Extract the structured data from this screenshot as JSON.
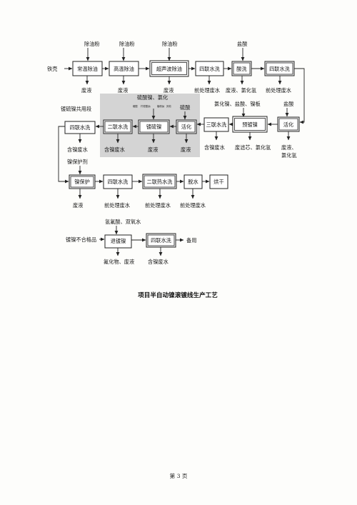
{
  "diagram": {
    "row1": {
      "start": "铁壳",
      "inputs": [
        "除油粉",
        "除油粉",
        "除油粉",
        "盐酸"
      ],
      "boxes": [
        "常温除油",
        "高温除油",
        "超声波除油",
        "四联水洗",
        "酸洗",
        "四联水洗"
      ],
      "outputs": [
        "废液",
        "废液",
        "废液",
        "前处理废水",
        "废液、氯化氢",
        "前处理废水"
      ]
    },
    "row2": {
      "section_label": "镀硫镍共用段",
      "inputs_top": [
        "硫酸镍、氯化",
        "硫酸"
      ],
      "inputs_tiny": [
        "硼",
        "酸",
        "柠",
        "檬",
        "酸",
        "钠",
        "糖",
        "精",
        "钠",
        "其",
        "他"
      ],
      "inputs_right": [
        "氯化镍、盐酸、镍板",
        "盐酸"
      ],
      "boxes": [
        "四联水洗",
        "二联水洗",
        "镀硫镍",
        "活化",
        "三联水洗",
        "预镀镍",
        "活化"
      ],
      "outputs": [
        "含镍废水",
        "含镍废水",
        "废液",
        "废液",
        "含镍废水",
        "废滤芯、氯化氢",
        "废液、",
        "氯化氢"
      ]
    },
    "row3": {
      "input": "镍保护剂",
      "boxes": [
        "镍保护",
        "四联水洗",
        "二联热水洗",
        "脱水",
        "烘干"
      ],
      "outputs": [
        "废液",
        "前处理废水",
        "前处理废水",
        "前处理废水"
      ]
    },
    "row4": {
      "start": "镀镍不合格品",
      "input": "氢氟酸、双氧水",
      "boxes": [
        "退镀镍",
        "四联水洗"
      ],
      "end": "备用",
      "outputs": [
        "氟化物、废液",
        "含镍废水"
      ]
    },
    "caption": "项目半自动镍滚镀线生产工艺"
  },
  "footer": {
    "page_number": "第 3 页"
  },
  "colors": {
    "shade": "#d4d4d4",
    "line": "#222222"
  }
}
